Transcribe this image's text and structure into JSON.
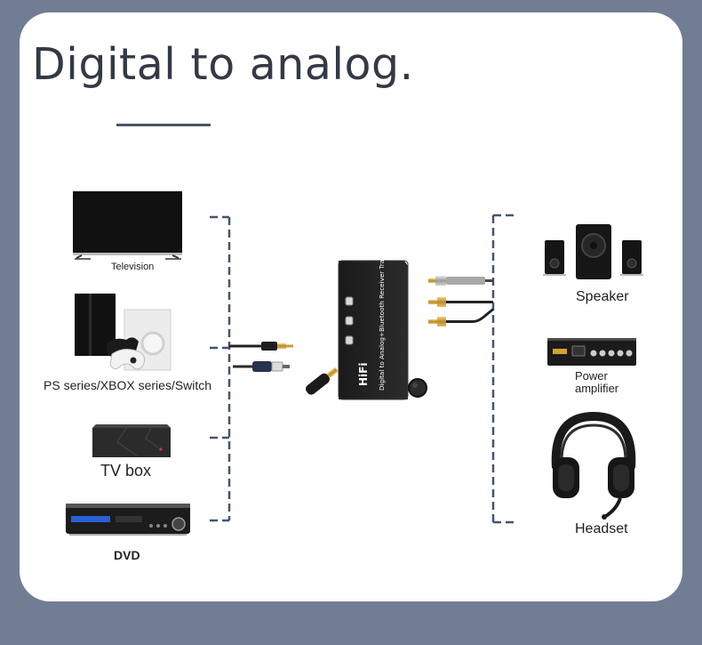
{
  "title": "Digital to analog.",
  "device": {
    "brand_label": "HiFi",
    "side_label": "Digital to Analog+Bluetooth Receiver Transmitter"
  },
  "sources": [
    {
      "label": "Television"
    },
    {
      "label": "PS series/XBOX series/Switch"
    },
    {
      "label": "TV box"
    },
    {
      "label": "DVD"
    }
  ],
  "outputs": [
    {
      "label": "Speaker"
    },
    {
      "label": "Power\namplifier"
    },
    {
      "label": "Headset"
    }
  ],
  "colors": {
    "background": "#717d93",
    "card": "#ffffff",
    "title": "#333a45",
    "bracket": "#46566b"
  }
}
